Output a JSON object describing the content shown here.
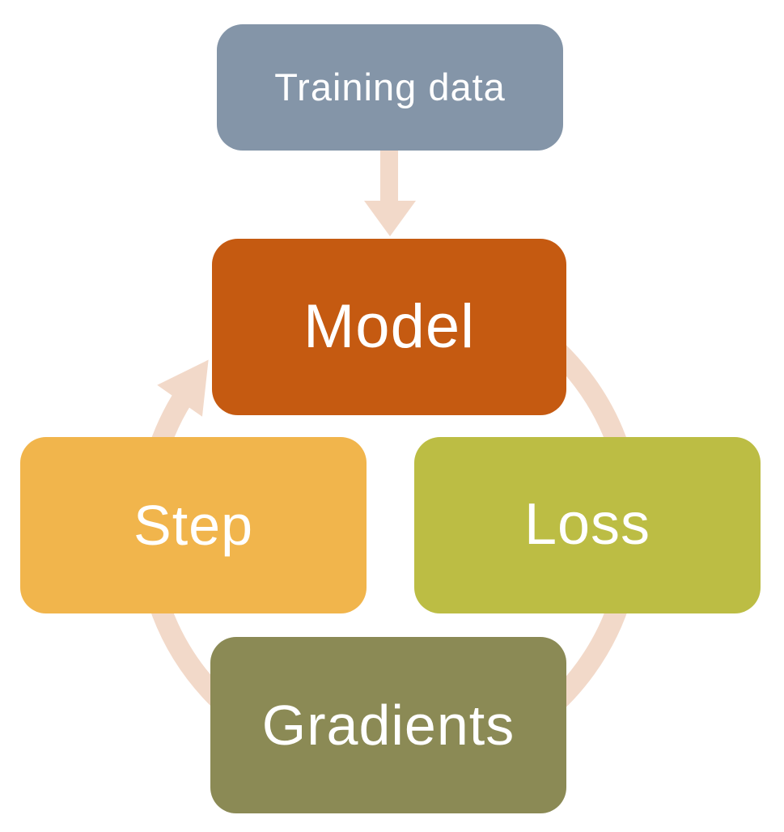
{
  "diagram": {
    "type": "cycle",
    "text_color": "#FFFFFF",
    "connector_color": "#F2D9C9",
    "nodes": [
      {
        "id": "training-data",
        "label": "Training data",
        "color": "#8495A8"
      },
      {
        "id": "model",
        "label": "Model",
        "color": "#C55A11"
      },
      {
        "id": "loss",
        "label": "Loss",
        "color": "#BCBD44"
      },
      {
        "id": "gradients",
        "label": "Gradients",
        "color": "#8B8A55"
      },
      {
        "id": "step",
        "label": "Step",
        "color": "#F1B54C"
      }
    ],
    "edges": [
      {
        "from": "training-data",
        "to": "model"
      },
      {
        "from": "model",
        "to": "loss"
      },
      {
        "from": "loss",
        "to": "gradients"
      },
      {
        "from": "gradients",
        "to": "step"
      },
      {
        "from": "step",
        "to": "model"
      }
    ]
  }
}
